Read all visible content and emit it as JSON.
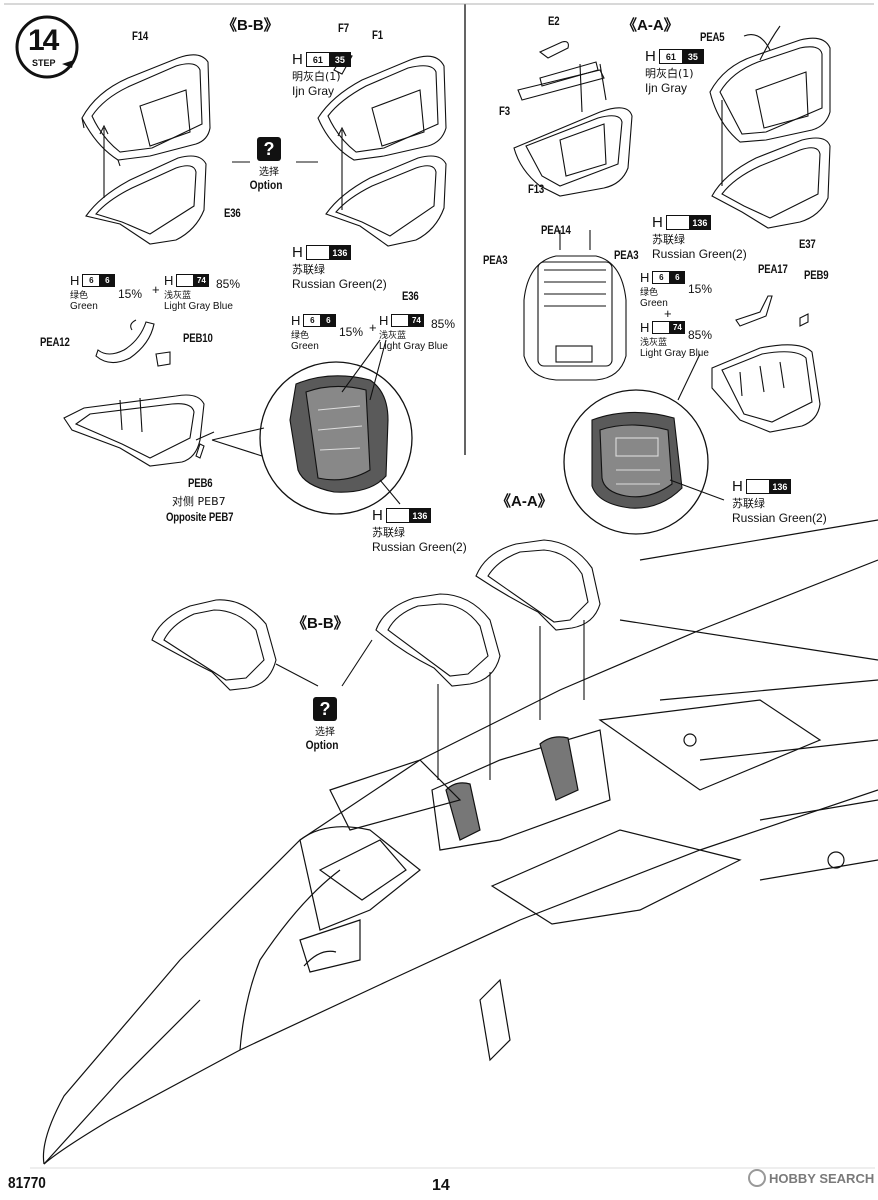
{
  "step": {
    "number": "14",
    "word": "STEP"
  },
  "view_titles": {
    "bb_top": "《B-B》",
    "aa_top": "《A-A》",
    "aa_lower": "《A-A》",
    "bb_lower": "《B-B》"
  },
  "parts": {
    "F14": "F14",
    "F7": "F7",
    "F1": "F1",
    "E36a": "E36",
    "E36b": "E36",
    "E2": "E2",
    "PEA5": "PEA5",
    "F3": "F3",
    "F13": "F13",
    "E37": "E37",
    "PEA14": "PEA14",
    "PEA3a": "PEA3",
    "PEA3b": "PEA3",
    "PEA17": "PEA17",
    "PEB9": "PEB9",
    "PEA12": "PEA12",
    "PEB10": "PEB10",
    "PEB6": "PEB6",
    "opposite_cn": "对侧 PEB7",
    "opposite_en": "Opposite PEB7"
  },
  "option": {
    "icon": "?",
    "cn": "选择",
    "en": "Option"
  },
  "paints": {
    "ijn_gray": {
      "h": "H",
      "w": "61",
      "b": "35",
      "cn": "明灰白(1)",
      "en": "Ijn Gray"
    },
    "russian_green": {
      "h": "H",
      "w": "",
      "b": "136",
      "cn": "苏联绿",
      "en": "Russian Green(2)"
    },
    "green": {
      "h": "H",
      "w": "6",
      "b": "6",
      "cn": "绿色",
      "en": "Green",
      "pct": "15%"
    },
    "light_gray_blue": {
      "h": "H",
      "w": "",
      "b": "74",
      "cn": "浅灰蓝",
      "en": "Light Gray Blue",
      "pct": "85%"
    },
    "plus": "+"
  },
  "footer": {
    "kit": "81770",
    "page": "14",
    "watermark": "HOBBY SEARCH"
  },
  "colors": {
    "ink": "#111111",
    "paper": "#ffffff",
    "seat": "#5a5a5a"
  }
}
